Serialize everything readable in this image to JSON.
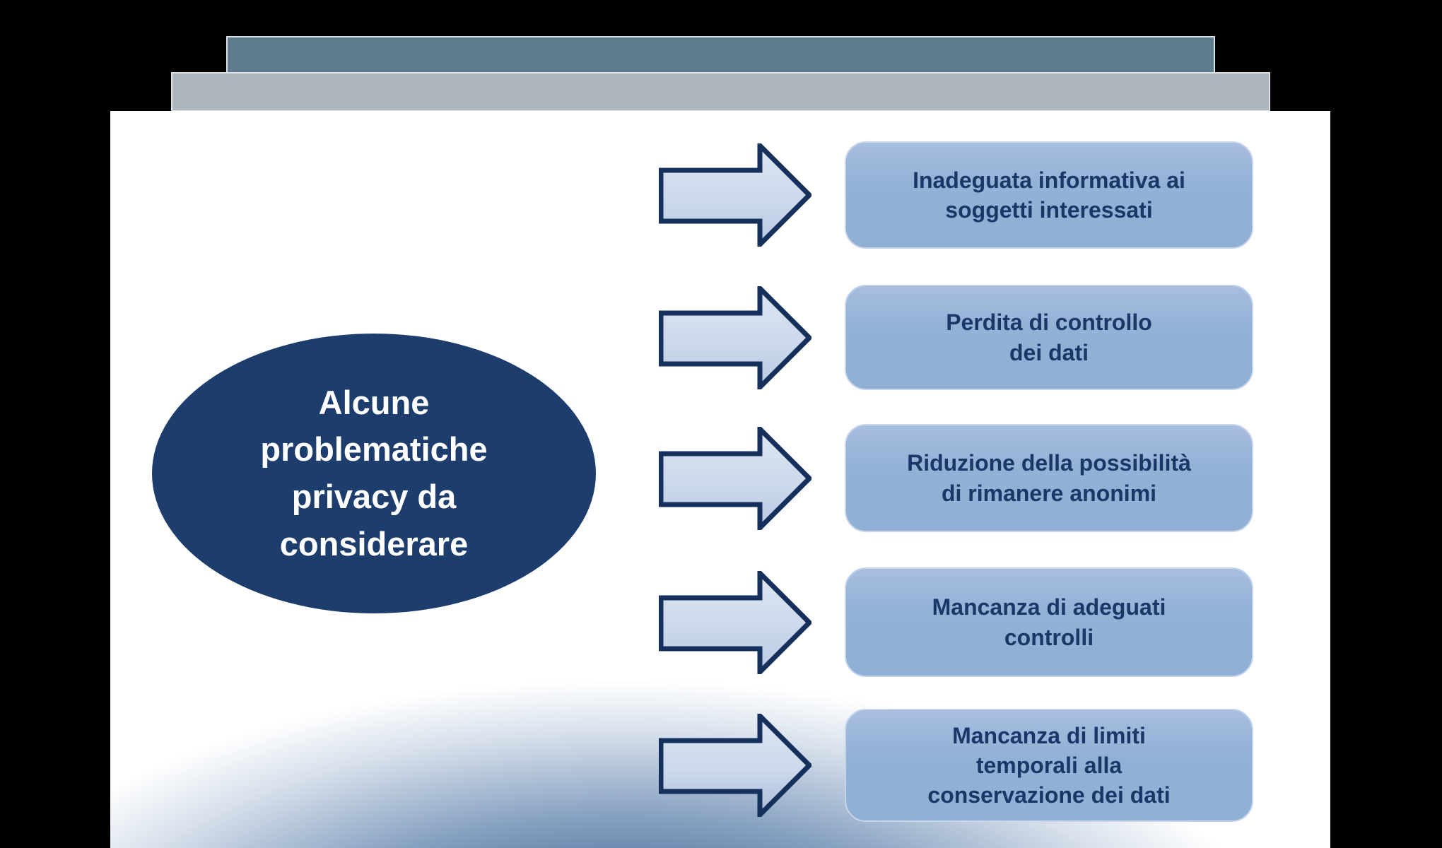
{
  "slide": {
    "ellipse_label": "Alcune\nproblematiche\nprivacy da\nconsiderare",
    "issues": [
      {
        "label": "Inadeguata informativa ai\nsoggetti interessati"
      },
      {
        "label": "Perdita di controllo\ndei dati"
      },
      {
        "label": "Riduzione della possibilità\ndi rimanere anonimi"
      },
      {
        "label": "Mancanza di adeguati\ncontrolli"
      },
      {
        "label": "Mancanza di limiti\ntemporali alla\nconservazione dei dati"
      }
    ],
    "colors": {
      "background": "#000000",
      "deck_bar_back": "#5d7b8d",
      "deck_bar_front": "#aeb6bd",
      "slide_bg": "#ffffff",
      "bottom_glow_dark": "#2c4b76",
      "ellipse_fill": "#1d3d6d",
      "ellipse_text": "#ffffff",
      "box_fill": "#93b1d6",
      "box_text": "#1b3768",
      "arrow_fill_light": "#dde6f3",
      "arrow_outline": "#16305c"
    }
  }
}
